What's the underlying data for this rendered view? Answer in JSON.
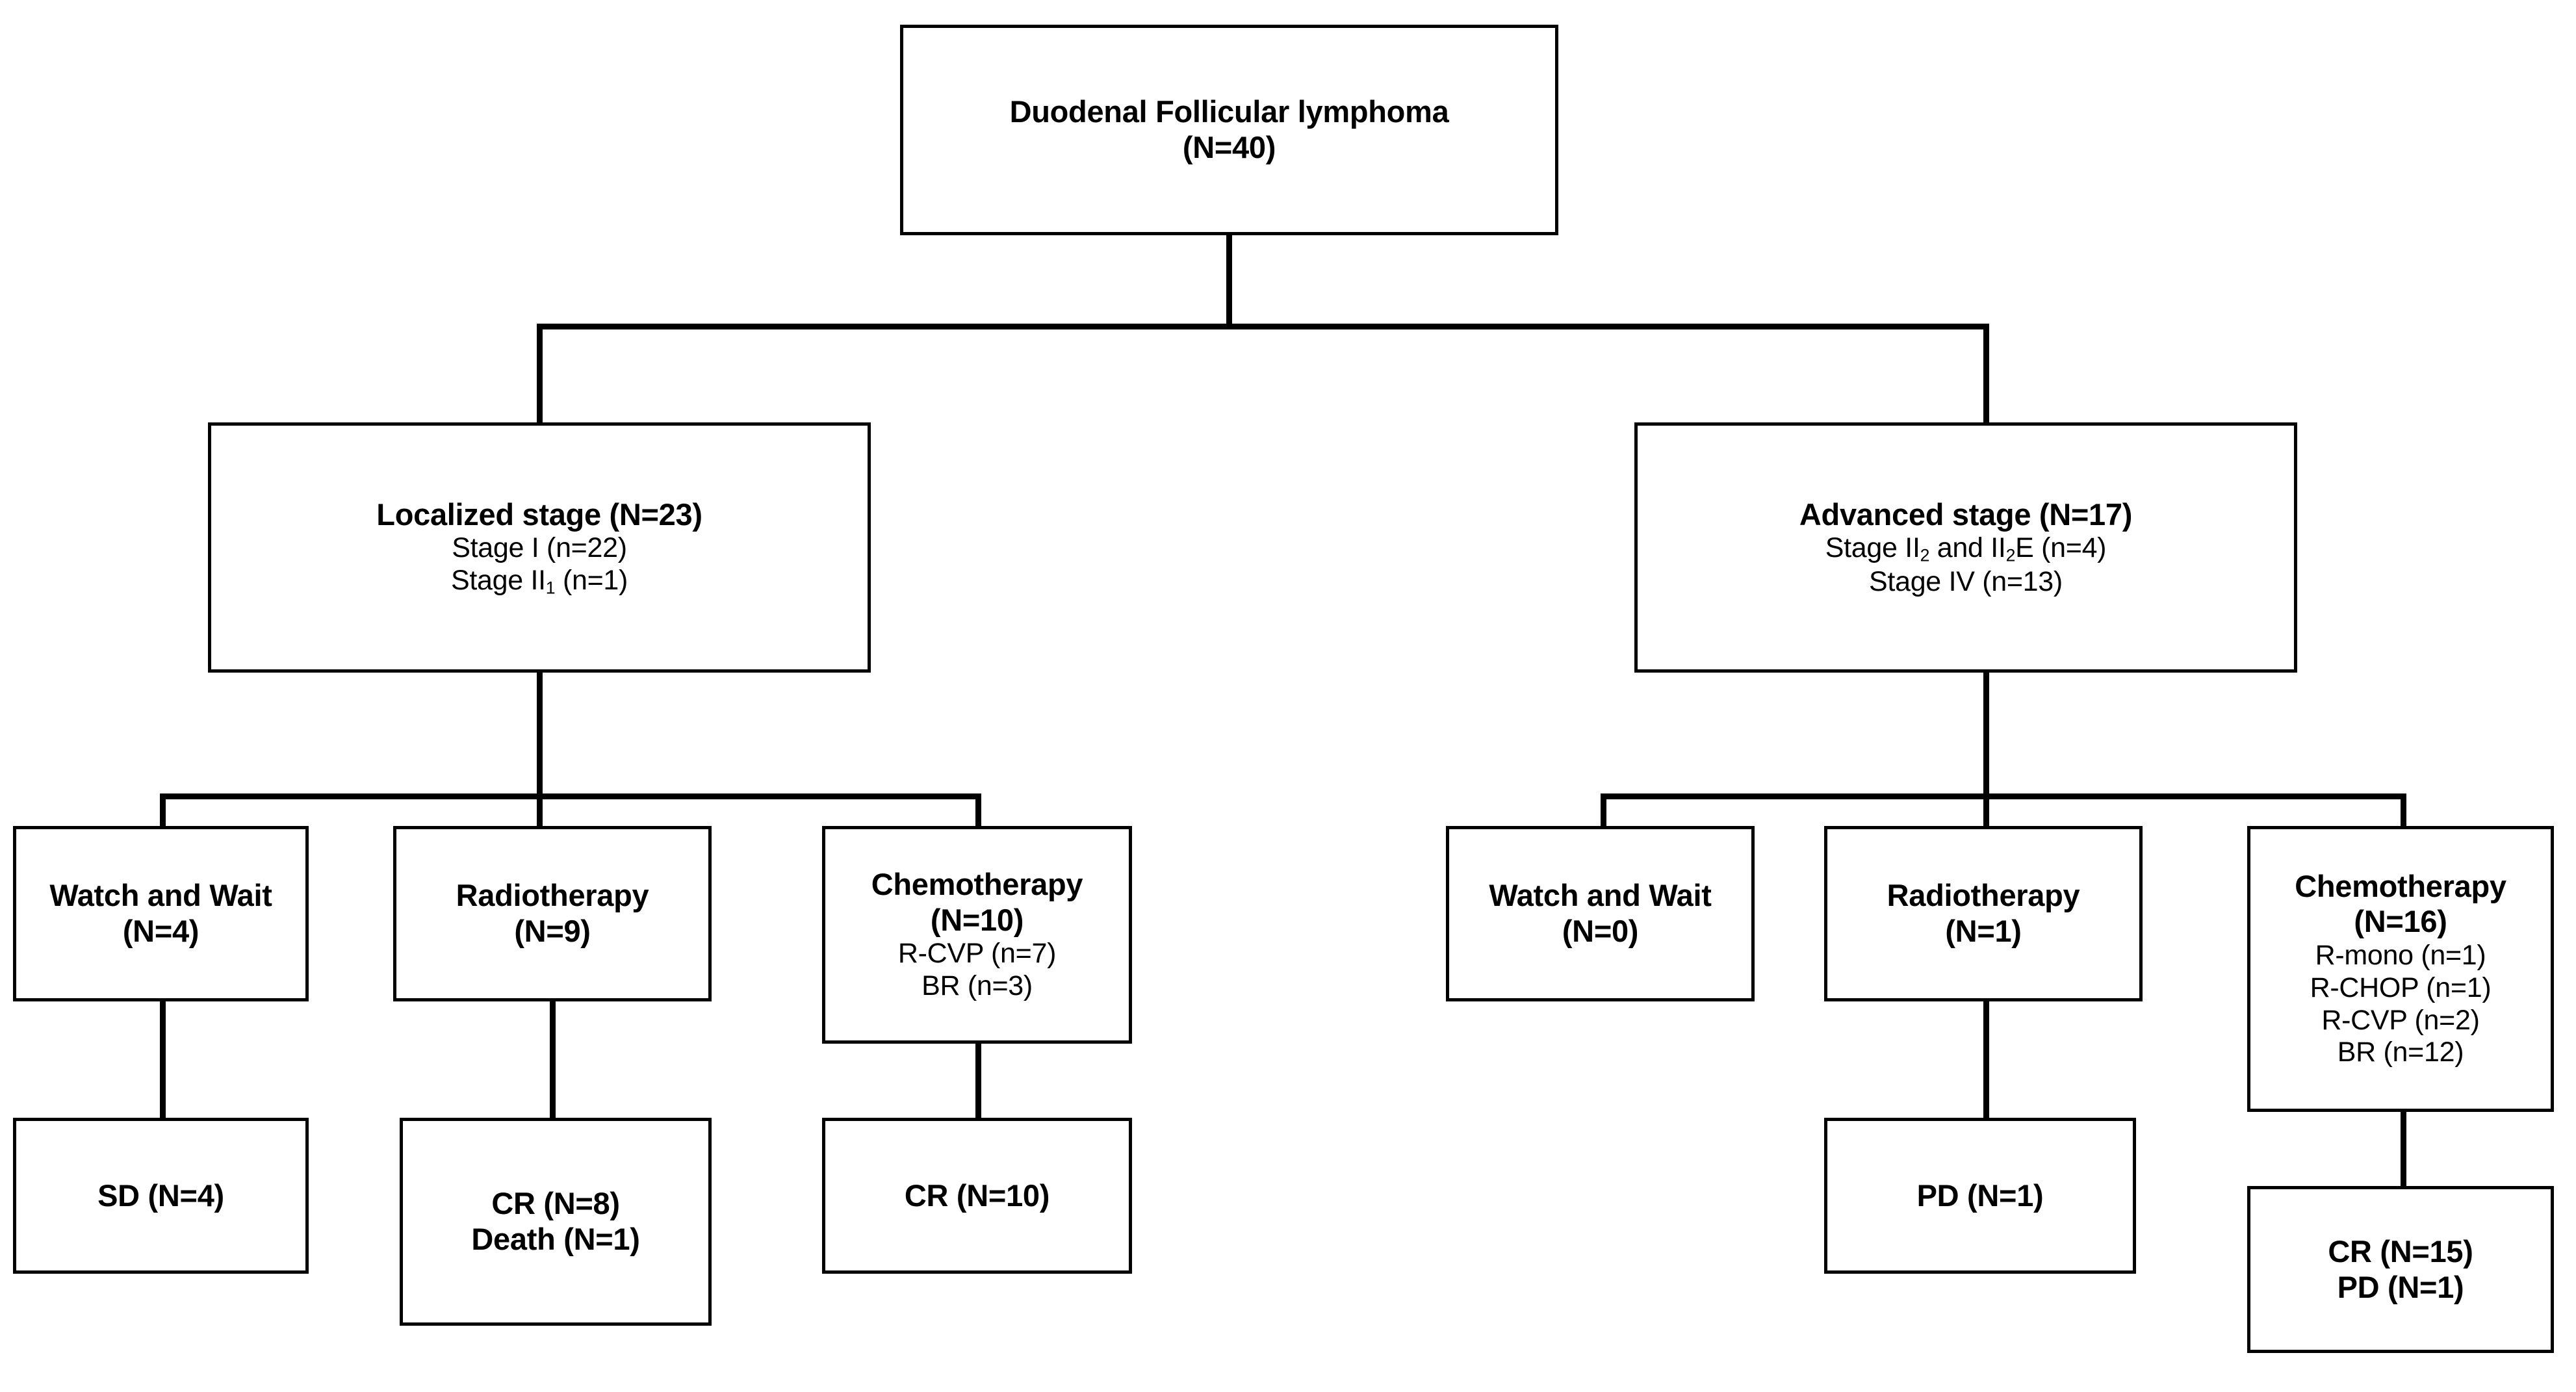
{
  "diagram": {
    "type": "flowchart",
    "title": "Duodenal Follicular lymphoma treatment and outcome flow",
    "line_color": "#000000",
    "box_fill": "#ffffff"
  },
  "nodes": {
    "root": {
      "title": "Duodenal Follicular lymphoma",
      "count": "(N=40)"
    },
    "localized": {
      "title": "Localized stage (N=23)",
      "line1_a": "Stage I (n=22)",
      "line2_a": "Stage II",
      "line2_sub": "1",
      "line2_b": " (n=1)"
    },
    "advanced": {
      "title": "Advanced stage (N=17)",
      "line1_a": "Stage II",
      "line1_sub1": "2",
      "line1_b": " and II",
      "line1_sub2": "2",
      "line1_c": "E (n=4)",
      "line2": "Stage IV (n=13)"
    },
    "loc_watch": {
      "title": "Watch and Wait",
      "count": "(N=4)"
    },
    "loc_radio": {
      "title": "Radiotherapy",
      "count": "(N=9)"
    },
    "loc_chemo": {
      "title": "Chemotherapy",
      "count": "(N=10)",
      "regimens": [
        "R-CVP (n=7)",
        "BR (n=3)"
      ]
    },
    "loc_watch_outcome": {
      "line1": "SD (N=4)"
    },
    "loc_radio_outcome": {
      "line1": "CR (N=8)",
      "line2": "Death (N=1)"
    },
    "loc_chemo_outcome": {
      "line1": "CR (N=10)"
    },
    "adv_watch": {
      "title": "Watch and Wait",
      "count": "(N=0)"
    },
    "adv_radio": {
      "title": "Radiotherapy",
      "count": "(N=1)"
    },
    "adv_chemo": {
      "title": "Chemotherapy",
      "count": "(N=16)",
      "regimens": [
        "R-mono (n=1)",
        "R-CHOP (n=1)",
        "R-CVP (n=2)",
        "BR (n=12)"
      ]
    },
    "adv_radio_outcome": {
      "line1": "PD (N=1)"
    },
    "adv_chemo_outcome": {
      "line1": "CR (N=15)",
      "line2": "PD (N=1)"
    }
  }
}
